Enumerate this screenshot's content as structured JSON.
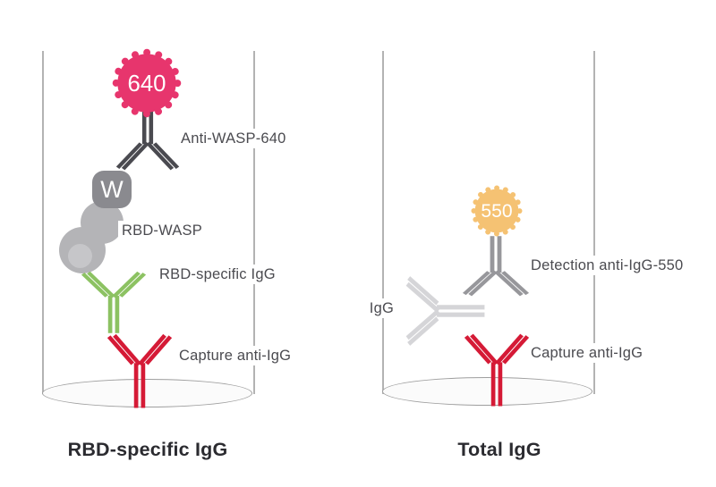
{
  "left_panel": {
    "badge_value": "640",
    "wasp_tag": "W",
    "label_detection": "Anti-WASP-640",
    "label_rbd_wasp": "RBD-WASP",
    "label_rbd_igg": "RBD-specific IgG",
    "label_capture": "Capture anti-IgG",
    "caption": "RBD-specific IgG"
  },
  "right_panel": {
    "badge_value": "550",
    "label_detection": "Detection anti-IgG-550",
    "label_igg": "IgG",
    "label_capture": "Capture anti-IgG",
    "caption": "Total IgG"
  },
  "colors": {
    "badge_640": "#e7356d",
    "badge_550": "#f5c273",
    "anti_wasp_dark": "#4a4a50",
    "detection_gray": "#97979b",
    "igg_light_gray": "#d5d5d8",
    "capture_red": "#d51a36",
    "rbd_igg_green": "#8cc262",
    "wasp_tag_gray": "#8a8a8f",
    "rbd_blob_gray": "#b4b4b7",
    "cylinder_wall": "#b3b3b3"
  }
}
